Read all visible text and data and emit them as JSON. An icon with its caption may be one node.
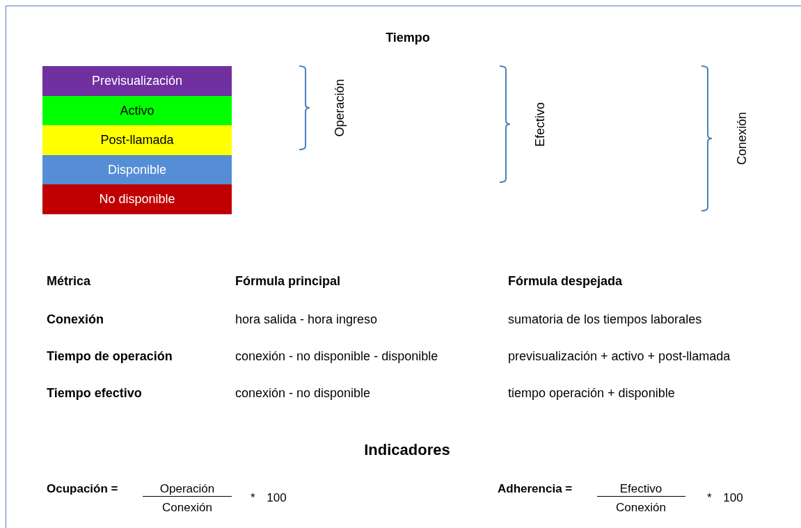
{
  "diagram": {
    "title": "Tiempo",
    "nodes": [
      {
        "text": [
          "Previsualización"
        ]
      },
      {
        "text": [
          "Activo"
        ]
      },
      {
        "text": [
          "Post-llamada"
        ]
      },
      {
        "text": [
          "Disponible"
        ]
      },
      {
        "text": [
          "No disponible"
        ]
      }
    ],
    "labels": [
      "Operación",
      "Efectivo",
      "Conexión",
      "Métrica",
      "Fórmula principal",
      "Fórmula despejada",
      "Conexión",
      "hora salida - hora ingreso",
      "sumatoria de los tiempos laborales",
      "Tiempo de operación",
      "conexión - no disponible - disponible",
      "previsualización + activo + post-llamada",
      "Tiempo efectivo",
      "conexión - no disponible",
      "tiempo operación + disponible",
      "Indicadores",
      "Ocupación =",
      "Operación",
      "Conexión",
      "* 100",
      "Adherencia =",
      "Efectivo",
      "Conexión",
      "* 100"
    ]
  }
}
